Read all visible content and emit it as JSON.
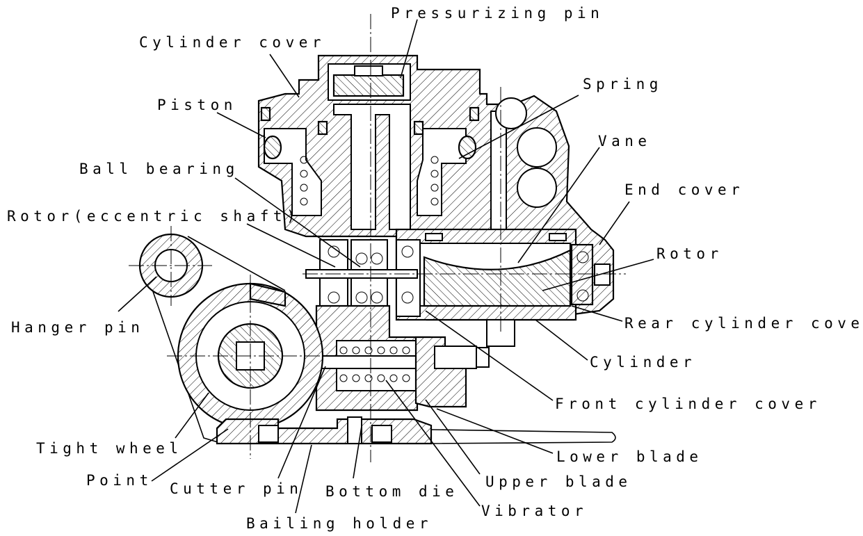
{
  "labels": {
    "pressurizing_pin": "Pressurizing pin",
    "cylinder_cover": "Cylinder cover",
    "spring": "Spring",
    "piston": "Piston",
    "vane": "Vane",
    "ball_bearing": "Ball bearing",
    "end_cover": "End cover",
    "rotor_eccentric_shaft": "Rotor(eccentric shaft)",
    "rotor": "Rotor",
    "hanger_pin": "Hanger pin",
    "rear_cylinder_cover": "Rear cylinder cover",
    "cylinder": "Cylinder",
    "front_cylinder_cover": "Front cylinder cover",
    "tight_wheel": "Tight wheel",
    "lower_blade": "Lower blade",
    "point": "Point",
    "upper_blade": "Upper blade",
    "cutter_pin": "Cutter pin",
    "bottom_die": "Bottom die",
    "vibrator": "Vibrator",
    "bailing_holder": "Bailing holder"
  }
}
